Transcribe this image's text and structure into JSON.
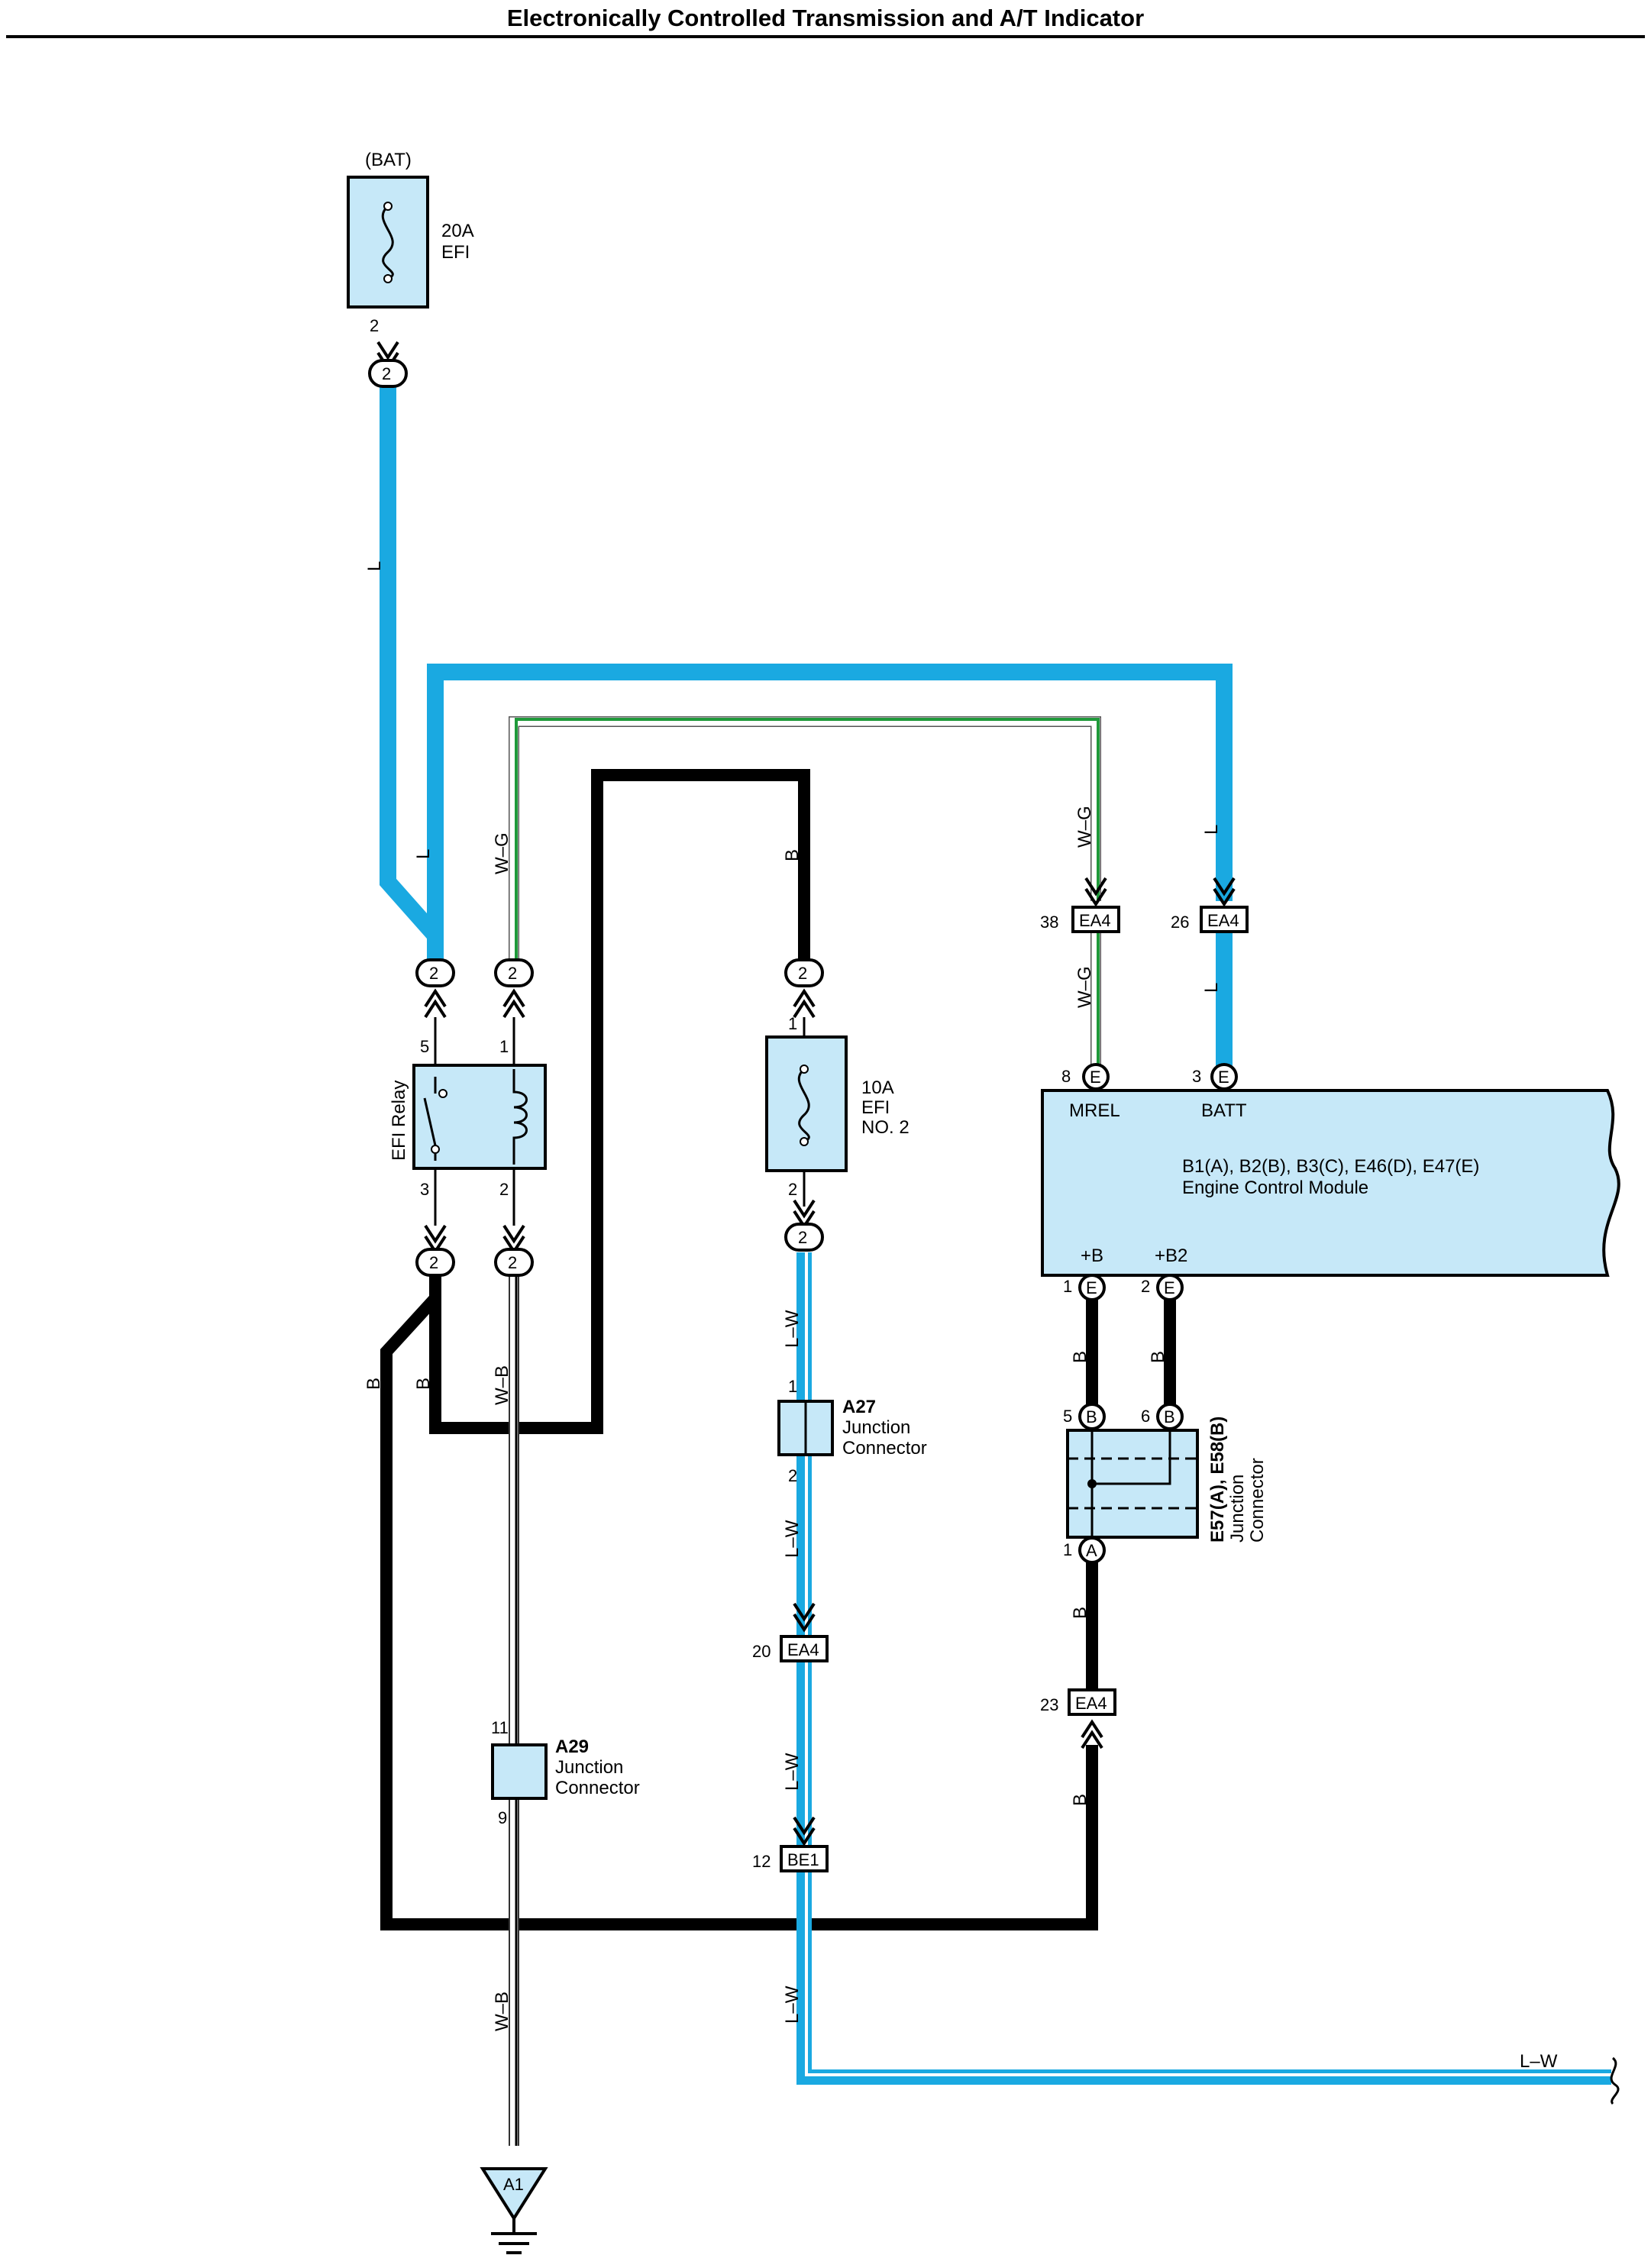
{
  "title": "Electronically Controlled Transmission and A/T Indicator",
  "colors": {
    "wire_L": "#1aa9e1",
    "wire_G": "#1f9a3a",
    "wire_B": "#000000",
    "component_fill": "#c6e8f8"
  },
  "labels": {
    "bat": "(BAT)",
    "fuse_efi_amp": "20A",
    "fuse_efi_name": "EFI",
    "fuse_efi_pin": "2",
    "conn_2": "2",
    "wire_L": "L",
    "wire_WG": "W–G",
    "wire_B": "B",
    "wire_WB": "W–B",
    "wire_LW": "L–W",
    "relay_name": "EFI Relay",
    "relay_pin5": "5",
    "relay_pin1": "1",
    "relay_pin3": "3",
    "relay_pin2": "2",
    "fuse2_pin1": "1",
    "fuse2_pin2": "2",
    "fuse2_amp": "10A",
    "fuse2_name": "EFI",
    "fuse2_no": "NO. 2",
    "ea4": "EA4",
    "pin38": "38",
    "pin26": "26",
    "pin8": "8",
    "pin3": "3",
    "e_letter": "E",
    "mrel": "MREL",
    "batt": "BATT",
    "ecm_ids": "B1(A), B2(B), B3(C), E46(D), E47(E)",
    "ecm_name": "Engine Control Module",
    "plus_b": "+B",
    "plus_b2": "+B2",
    "pin1": "1",
    "pin2": "2",
    "pin5": "5",
    "pin6": "6",
    "b_letter": "B",
    "a_letter": "A",
    "jc_e57_ids": "E57(A), E58(B)",
    "jc_word1": "Junction",
    "jc_word2": "Connector",
    "a27": "A27",
    "a27_pin1": "1",
    "a27_pin2": "2",
    "pin20": "20",
    "pin23": "23",
    "a29": "A29",
    "a29_pin11": "11",
    "a29_pin9": "9",
    "pin12": "12",
    "be1": "BE1",
    "ground": "A1"
  }
}
